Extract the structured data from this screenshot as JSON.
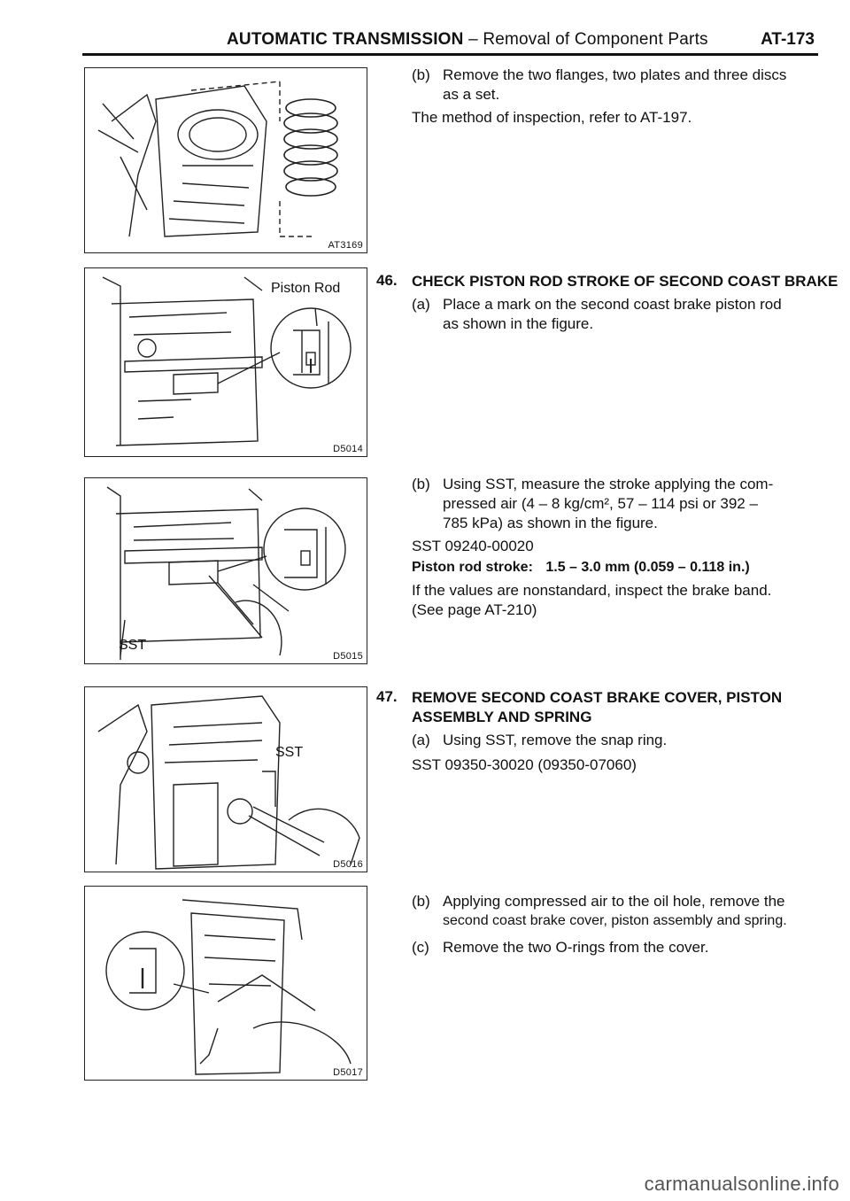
{
  "header": {
    "title_bold": "AUTOMATIC TRANSMISSION",
    "title_rest": " – Removal of Component Parts",
    "page": "AT-173"
  },
  "figures": [
    {
      "code": "AT3169",
      "label": ""
    },
    {
      "code": "D5014",
      "label": "Piston Rod"
    },
    {
      "code": "D5015",
      "label": "SST"
    },
    {
      "code": "D5016",
      "label": "SST"
    },
    {
      "code": "D5017",
      "label": ""
    }
  ],
  "content": {
    "intro_b_label": "(b)",
    "intro_b_line1": "Remove the two flanges, two plates and three discs",
    "intro_b_line2": "as a set.",
    "intro_note": "The method of inspection, refer to AT-197.",
    "step46": {
      "num": "46.",
      "title": "CHECK PISTON ROD STROKE OF SECOND COAST BRAKE",
      "a_label": "(a)",
      "a_line1": "Place a mark on the second coast brake piston rod",
      "a_line2": "as shown in the figure.",
      "b_label": "(b)",
      "b_line1": "Using SST, measure the stroke applying the com-",
      "b_line2": "pressed air (4 – 8 kg/cm², 57 – 114 psi or 392 –",
      "b_line3": "785 kPa) as shown in the figure.",
      "sst": "SST 09240-00020",
      "spec_label": "Piston rod stroke:",
      "spec_value": "1.5 – 3.0 mm (0.059 – 0.118 in.)",
      "note1": "If the values are nonstandard, inspect the brake band.",
      "note2": "(See page AT-210)"
    },
    "step47": {
      "num": "47.",
      "title1": "REMOVE SECOND COAST BRAKE COVER, PISTON",
      "title2": "ASSEMBLY AND SPRING",
      "a_label": "(a)",
      "a_line1": "Using SST, remove the snap ring.",
      "sst": "SST 09350-30020 (09350-07060)",
      "b_label": "(b)",
      "b_line1": "Applying compressed air to the oil hole, remove the",
      "b_line2": "second coast brake cover, piston assembly and spring.",
      "c_label": "(c)",
      "c_line1": "Remove the two O-rings from the cover."
    }
  },
  "watermark": "carmanualsonline.info"
}
